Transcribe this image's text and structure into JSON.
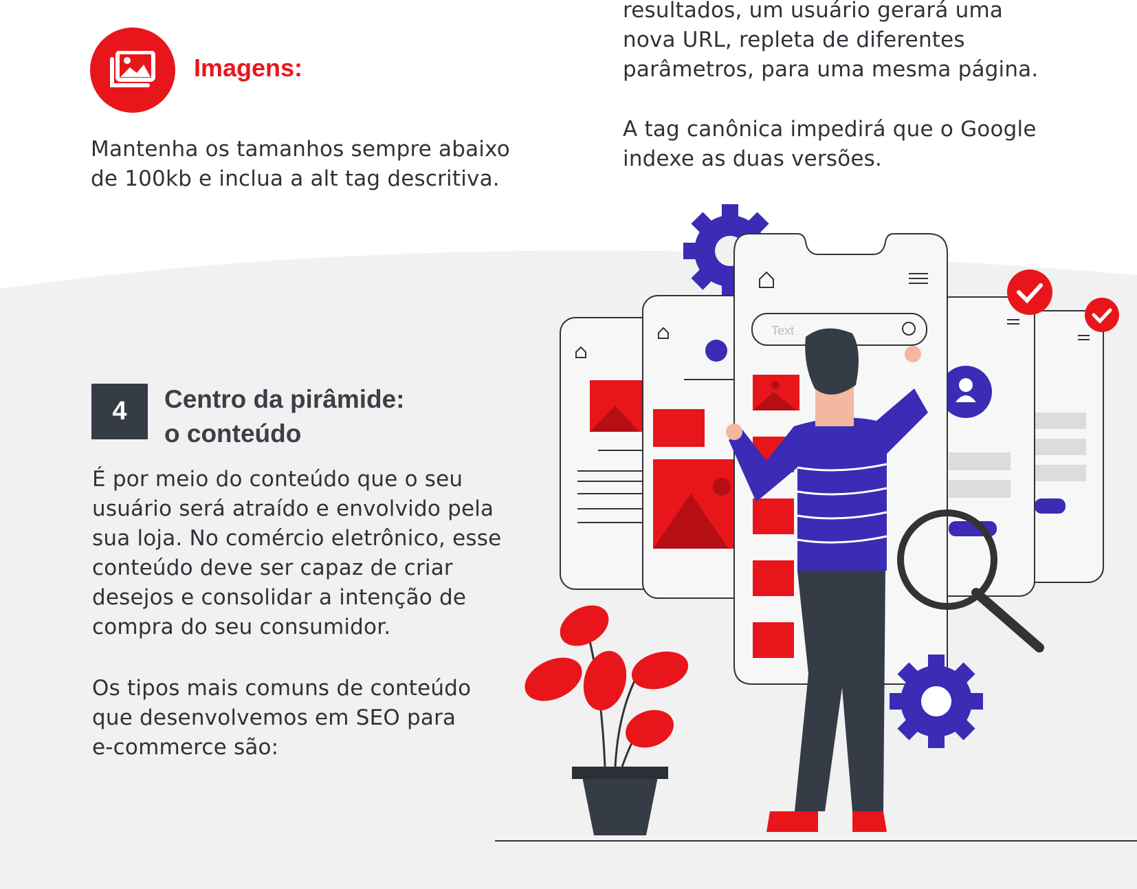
{
  "images_section": {
    "icon": "images-icon",
    "heading": "Imagens:",
    "text": "Mantenha os tamanhos sempre abaixo\nde 100kb e inclua a alt tag descritiva."
  },
  "canonical_section": {
    "text_1": "resultados, um usuário gerará uma\nnova URL, repleta de diferentes\nparâmetros, para uma mesma página.",
    "text_2": "A tag canônica impedirá que o Google\nindexe as duas versões."
  },
  "content_section": {
    "number": "4",
    "title_line_1": "Centro da pirâmide:",
    "title_line_2": "o conteúdo",
    "text_1": "É por meio do conteúdo que o seu\nusuário será atraído e envolvido pela\nsua loja. No comércio eletrônico, esse\nconteúdo deve ser capaz de criar\ndesejos e consolidar a intenção de\ncompra do seu consumidor.",
    "text_2": "Os tipos mais comuns de conteúdo\nque desenvolvemos em SEO para\ne-commerce são:"
  },
  "illustration": {
    "search_placeholder": "Text",
    "colors": {
      "accent": "#e8161b",
      "purple": "#3b2bb5",
      "dark": "#353c46",
      "panel": "#f0f0f0"
    }
  }
}
